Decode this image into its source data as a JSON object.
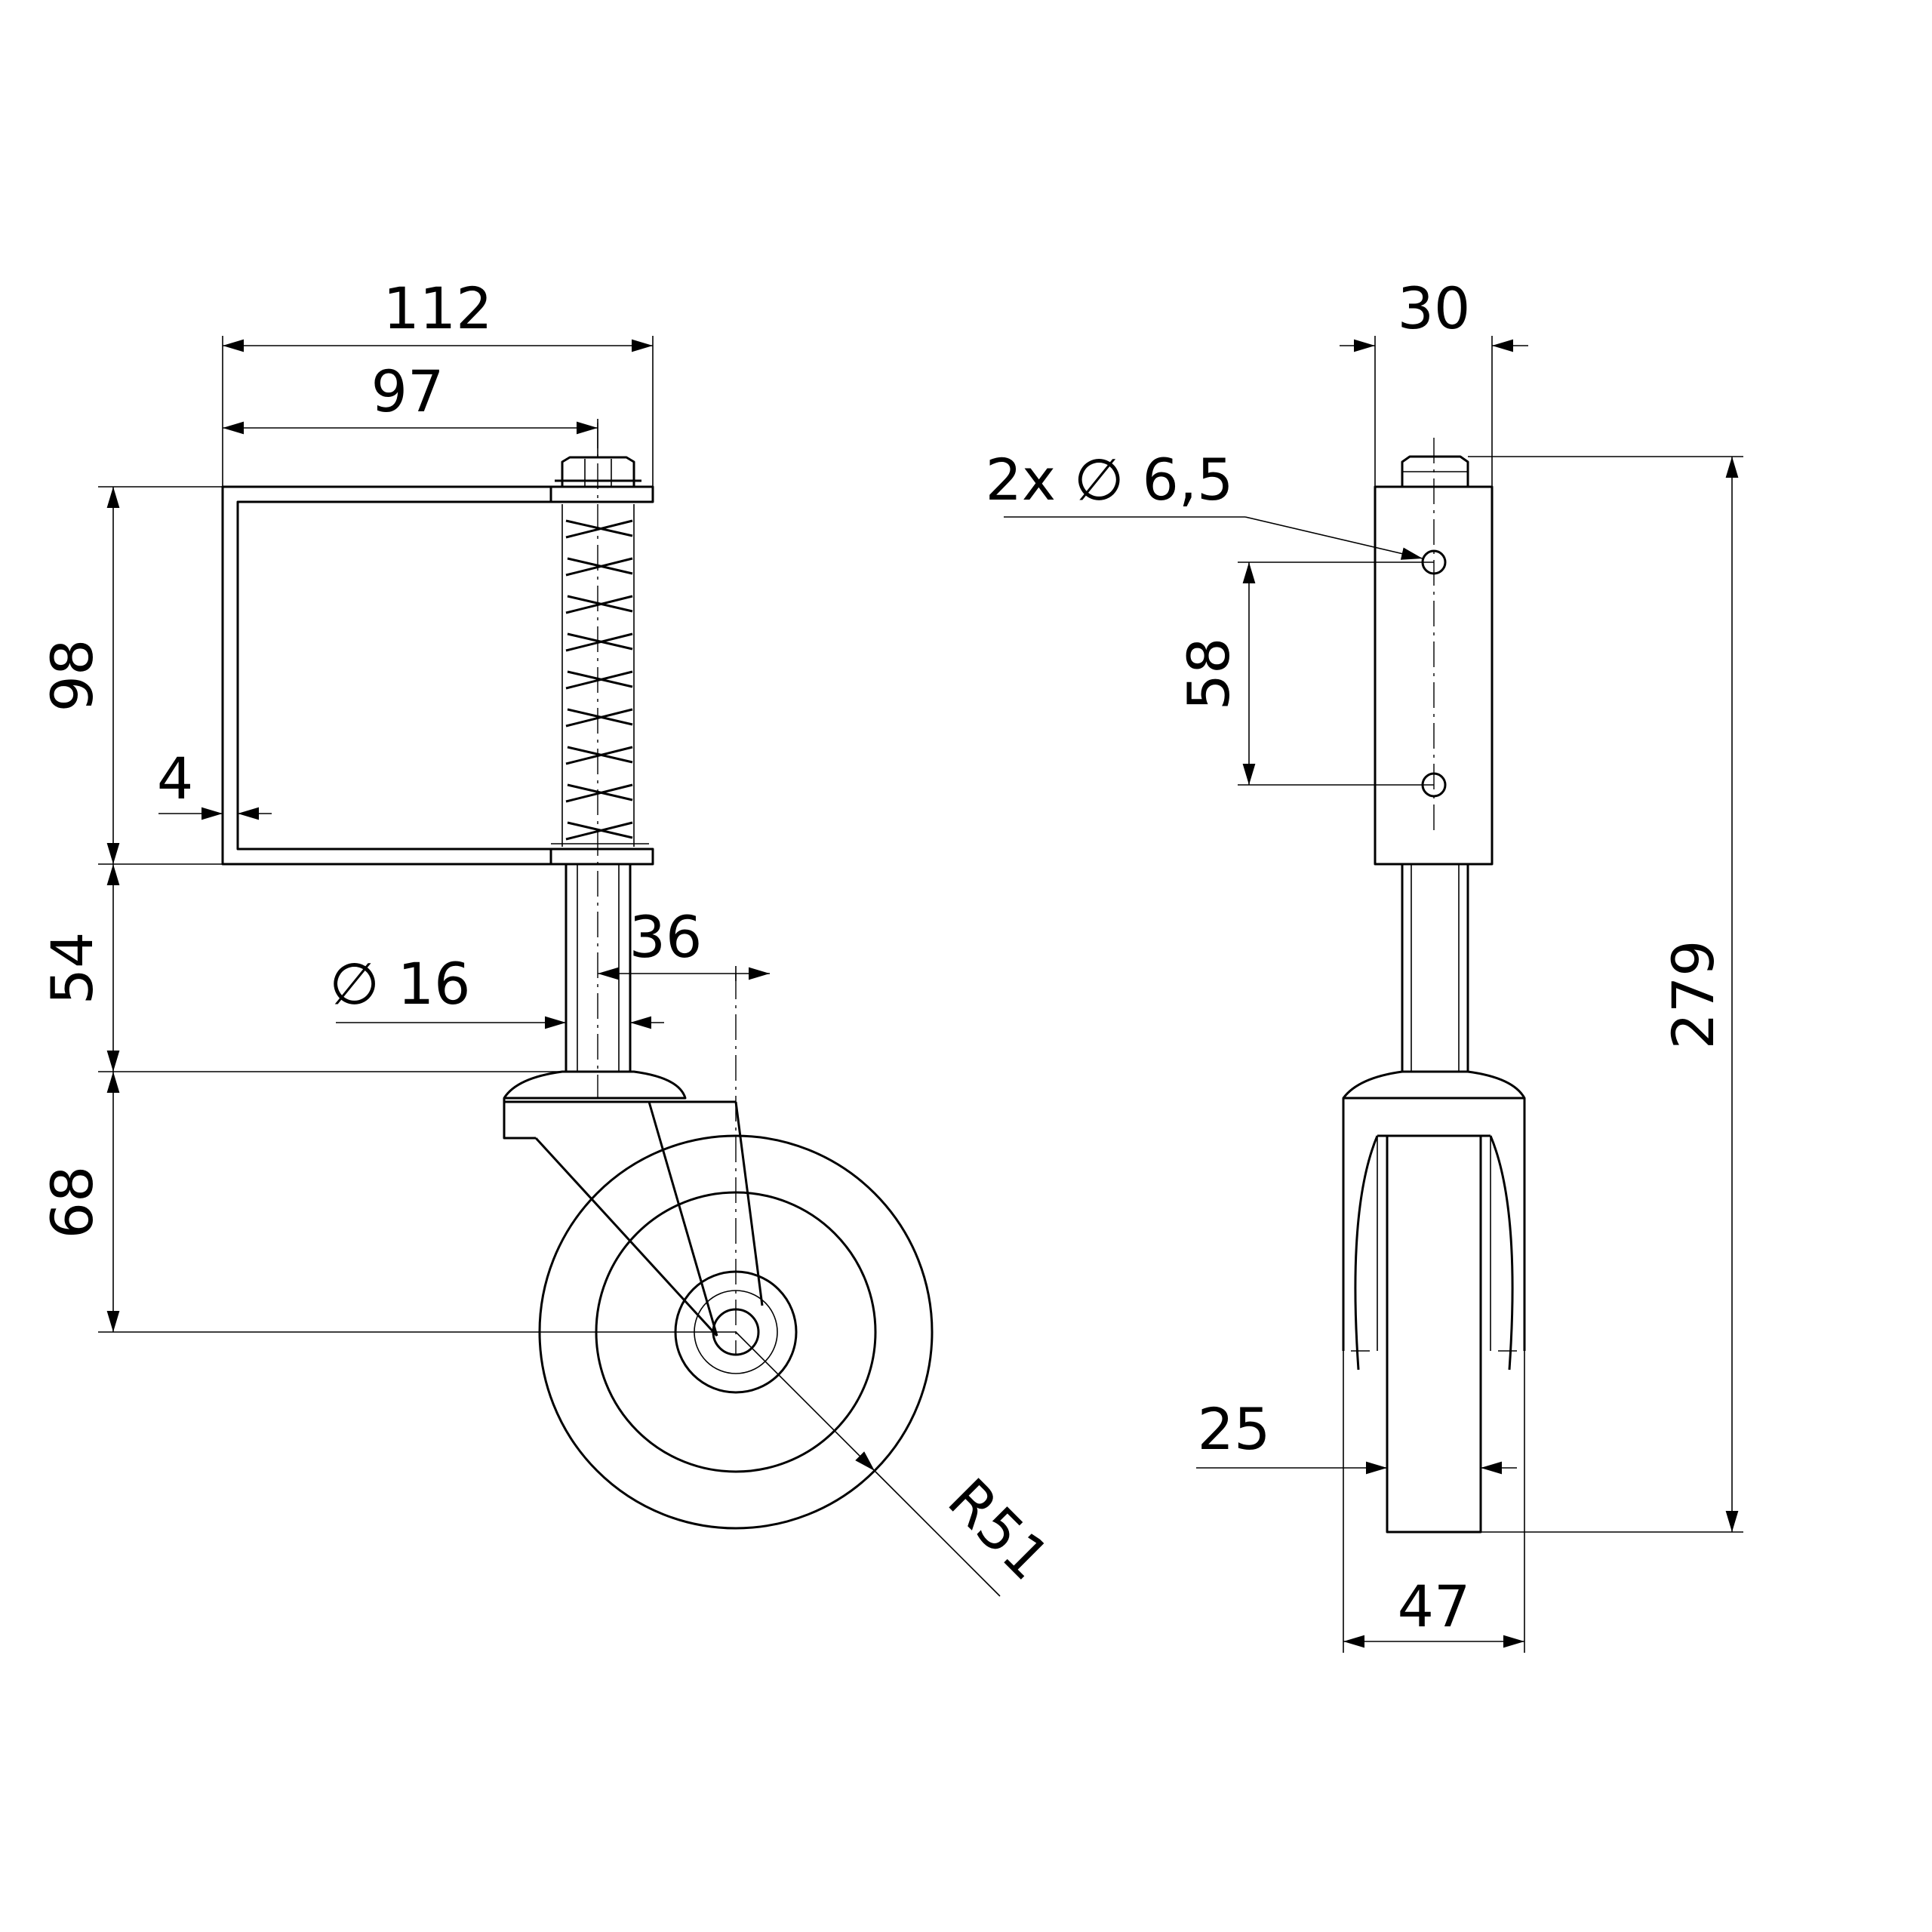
{
  "drawing": {
    "side_view": {
      "overall_width": "112",
      "bracket_width": "97",
      "bracket_height": "98",
      "wall_thickness": "4",
      "stem_length": "54",
      "stem_diameter": "∅ 16",
      "axle_offset": "36",
      "fork_height": "68",
      "wheel_radius": "R51"
    },
    "front_view": {
      "tube_width": "30",
      "holes": "2x ∅ 6,5",
      "hole_spacing": "58",
      "total_height": "279",
      "wheel_width": "25",
      "fork_width": "47"
    }
  }
}
